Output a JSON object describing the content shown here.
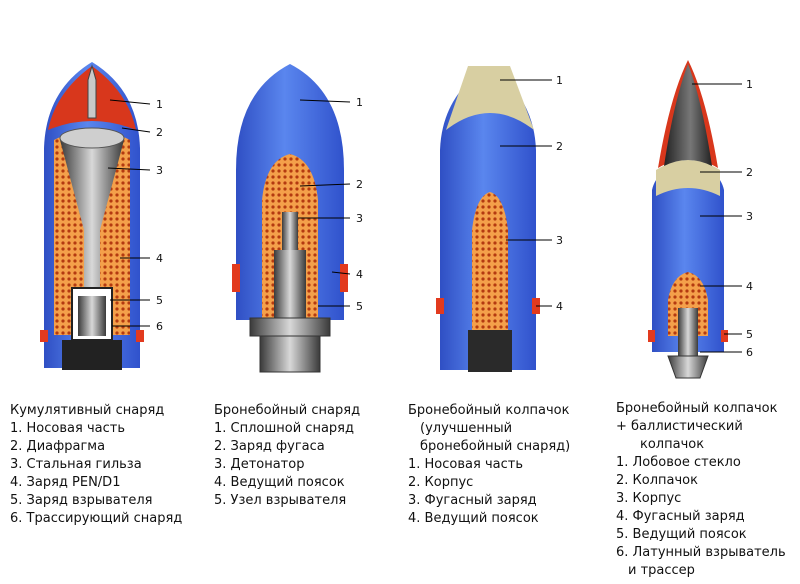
{
  "shells": [
    {
      "id": "cumulative",
      "labels": [
        "1",
        "2",
        "3",
        "4",
        "5",
        "6"
      ],
      "title": "Кумулятивный снаряд",
      "items": [
        "1. Носовая часть",
        "2. Диафрагма",
        "3. Стальная гильза",
        "4. Заряд PEN/D1",
        "5. Заряд взрывателя",
        "6. Трассирующий снаряд"
      ]
    },
    {
      "id": "ap-solid",
      "labels": [
        "1",
        "2",
        "3",
        "4",
        "5"
      ],
      "title": "Бронебойный снаряд",
      "items": [
        "1. Сплошной снаряд",
        "2. Заряд фугаса",
        "3. Детонатор",
        "4. Ведущий поясок",
        "5. Узел взрывателя"
      ]
    },
    {
      "id": "apc",
      "labels": [
        "1",
        "2",
        "3",
        "4"
      ],
      "title": "Бронебойный колпачок",
      "subtitle1": "(улучшенный",
      "subtitle2": "бронебойный снаряд)",
      "items": [
        "1. Носовая часть",
        "2. Корпус",
        "3. Фугасный заряд",
        "4. Ведущий поясок"
      ]
    },
    {
      "id": "apcbc",
      "labels": [
        "1",
        "2",
        "3",
        "4",
        "5",
        "6"
      ],
      "title": "Бронебойный колпачок",
      "subtitle1": "+ баллистический",
      "subtitle2": "колпачок",
      "items": [
        "1. Лобовое стекло",
        "2. Колпачок",
        "3. Корпус",
        "4. Фугасный заряд",
        "5. Ведущий поясок",
        "6. Латунный взрыватель"
      ],
      "item_cont": "и трассер"
    }
  ],
  "colors": {
    "shell_blue": "#3a5fd8",
    "charge_orange": "#f08a30",
    "band_red": "#e23a1e",
    "nose_red": "#d8371c",
    "cap_tan": "#d8cfa2",
    "metal": "#6a6a6a"
  }
}
